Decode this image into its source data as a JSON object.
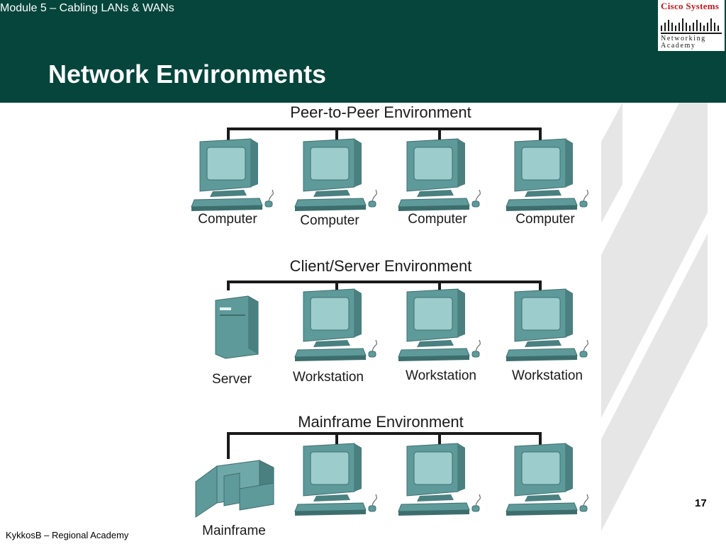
{
  "header": {
    "module": "Module 5 – Cabling LANs & WANs",
    "title": "Network Environments"
  },
  "logo": {
    "top": "Cisco Systems",
    "bottom_line1": "Networking",
    "bottom_line2": "Academy"
  },
  "diagram": {
    "peer": {
      "title": "Peer-to-Peer Environment",
      "labels": [
        "Computer",
        "Computer",
        "Computer",
        "Computer"
      ]
    },
    "client_server": {
      "title": "Client/Server Environment",
      "labels": [
        "Server",
        "Workstation",
        "Workstation",
        "Workstation"
      ]
    },
    "mainframe": {
      "title": "Mainframe Environment",
      "labels": [
        "Mainframe"
      ]
    }
  },
  "footer": {
    "page_number": "17",
    "text": "KykkosB – Regional Academy"
  },
  "colors": {
    "header_bg": "#05453c",
    "device_body": "#5f9a9a",
    "device_screen": "#9ccccc",
    "stripe": "#e6e6e6"
  }
}
